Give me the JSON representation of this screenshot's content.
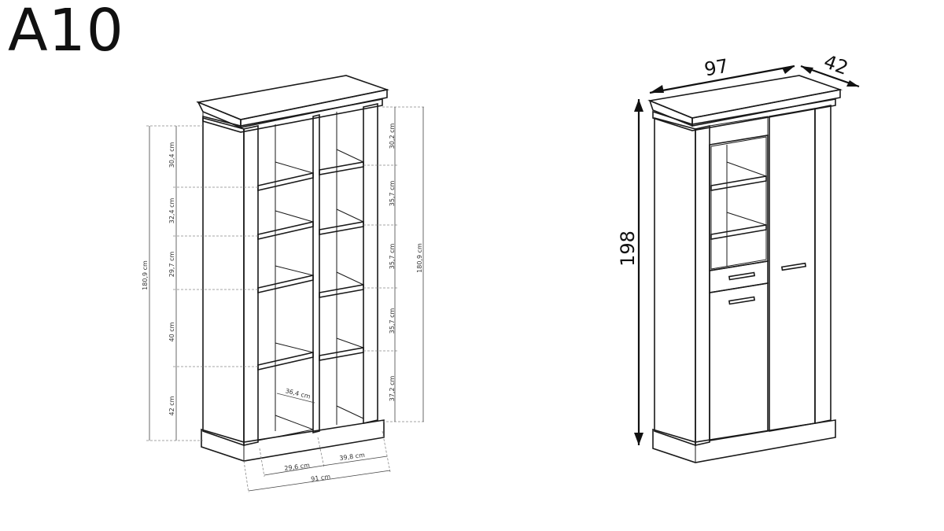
{
  "title": "A10",
  "left_view": {
    "left_heights": [
      "30,4 cm",
      "32,4 cm",
      "29,7 cm",
      "40 cm",
      "42 cm"
    ],
    "left_total": "180,9 cm",
    "right_heights": [
      "30,2 cm",
      "35,7 cm",
      "35,7 cm",
      "35,7 cm",
      "37,2 cm"
    ],
    "right_total": "180,9 cm",
    "depth_label": "36,4 cm",
    "width_left": "29,6 cm",
    "width_right": "39,8 cm",
    "width_total": "91 cm"
  },
  "right_view": {
    "width": "97",
    "depth": "42",
    "height": "198"
  }
}
